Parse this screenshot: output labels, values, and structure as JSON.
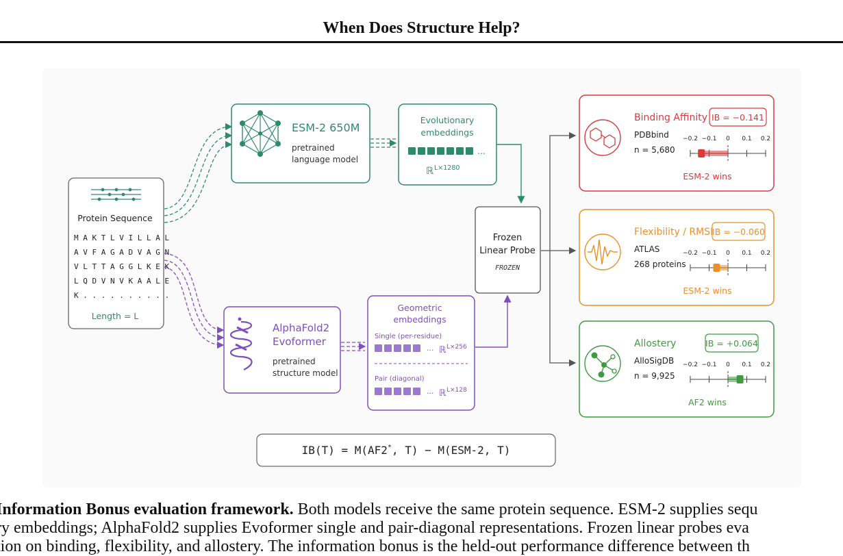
{
  "header": {
    "title": "When Does Structure Help?"
  },
  "colors": {
    "esm": "#2e8b68",
    "af2": "#7d4fbf",
    "binding": "#d93b3b",
    "flex": "#e8902a",
    "allo": "#3e9b3e",
    "probe": "#555555"
  },
  "input": {
    "title": "Protein Sequence",
    "sequence_lines": [
      "M A K T L V I L L A L",
      "A V F A G A D V A G N",
      "V L T T A G G L K E K",
      "L Q D V N V K A A L E",
      "K . . . . . . . . . ."
    ],
    "length_label": "Length = L"
  },
  "esm": {
    "name": "ESM-2 650M",
    "desc_line1": "pretrained",
    "desc_line2": "language model"
  },
  "evo_emb": {
    "title_line1": "Evolutionary",
    "title_line2": "embeddings",
    "ellipsis": "...",
    "dim_base": "ℝ",
    "dim_sup": "L×1280"
  },
  "af2": {
    "name_line1": "AlphaFold2",
    "name_line2": "Evoformer",
    "desc_line1": "pretrained",
    "desc_line2": "structure model"
  },
  "geo_emb": {
    "title_line1": "Geometric",
    "title_line2": "embeddings",
    "single_label": "Single (per-residue)",
    "single_dim_sup": "L×256",
    "pair_label": "Pair (diagonal)",
    "pair_dim_sup": "L×128",
    "dim_base": "ℝ",
    "ellipsis": "..."
  },
  "probe": {
    "line1": "Frozen",
    "line2": "Linear Probe",
    "tag": "FROZEN"
  },
  "tasks": [
    {
      "name": "Binding Affinity",
      "ib_label": "IB = −0.141",
      "ib_value": -0.141,
      "dataset": "PDBbind",
      "count": "n = 5,680",
      "winner": "ESM-2 wins",
      "ticks": [
        "−0.2",
        "−0.1",
        "0",
        "0.1",
        "0.2"
      ]
    },
    {
      "name": "Flexibility / RMSF",
      "ib_label": "IB = −0.060",
      "ib_value": -0.06,
      "dataset": "ATLAS",
      "count": "268 proteins",
      "winner": "ESM-2 wins",
      "ticks": [
        "−0.2",
        "−0.1",
        "0",
        "0.1",
        "0.2"
      ]
    },
    {
      "name": "Allostery",
      "ib_label": "IB = +0.064",
      "ib_value": 0.064,
      "dataset": "AlloSigDB",
      "count": "n = 9,925",
      "winner": "AF2 wins",
      "ticks": [
        "−0.2",
        "−0.1",
        "0",
        "0.1",
        "0.2"
      ]
    }
  ],
  "formula": {
    "lhs": "IB(T) = M(AF2",
    "star": "*",
    "rhs": ", T) − M(ESM-2, T)"
  },
  "caption": {
    "bold": "Information Bonus evaluation framework.",
    "text1": " Both models receive the same protein sequence. ESM-2 supplies sequ",
    "line2": "ry embeddings; AlphaFold2 supplies Evoformer single and pair-diagonal representations. Frozen linear probes eva",
    "line3": "tion on binding, flexibility, and allostery. The information bonus is the held-out performance difference between th"
  }
}
